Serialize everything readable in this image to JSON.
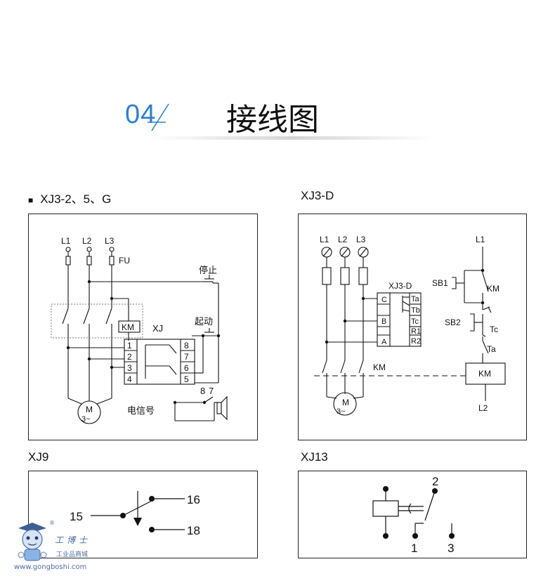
{
  "header": {
    "number": "04",
    "title": "接线图"
  },
  "sections": {
    "xj3_2": {
      "bullet": "■",
      "title": "XJ3-2、5、G",
      "labels": {
        "l1": "L1",
        "l2": "L2",
        "l3": "L3",
        "fu": "FU",
        "stop": "停止",
        "start": "起动",
        "km": "KM",
        "xj": "XJ",
        "t1": "1",
        "t2": "2",
        "t3": "3",
        "t4": "4",
        "t8": "8",
        "t7": "7",
        "t6": "6",
        "t5": "5",
        "n8": "8",
        "n7": "7",
        "signal": "电信号",
        "motor": "M",
        "motor_phase": "3~"
      }
    },
    "xj3_d": {
      "title": "XJ3-D",
      "labels": {
        "l1": "L1",
        "l2": "L2",
        "l3": "L3",
        "relay": "XJ3-D",
        "c": "C",
        "b": "B",
        "a": "A",
        "ta": "Ta",
        "tb": "Tb",
        "tc": "Tc",
        "r1": "R1",
        "r2": "R2",
        "km": "KM",
        "motor": "M",
        "motor_phase": "3~",
        "ctrl_l1": "L1",
        "sb1": "SB1",
        "km_contact": "KM",
        "sb2": "SB2",
        "tc_contact": "Tc",
        "ta_contact": "Ta",
        "km_coil": "KM",
        "ctrl_l2": "L2"
      }
    },
    "xj9": {
      "title": "XJ9",
      "labels": {
        "t15": "15",
        "t16": "16",
        "t18": "18"
      }
    },
    "xj13": {
      "title": "XJ13",
      "labels": {
        "t2": "2",
        "t1": "1",
        "t3": "3"
      }
    }
  },
  "watermark": {
    "brand": "工博士",
    "sub": "工业品商城",
    "url": "www.gongboshi.com",
    "reg": "®"
  },
  "colors": {
    "accent": "#2e7fd0",
    "line": "#111111",
    "dotted": "#777777",
    "watermark": "#4a6ea8"
  }
}
